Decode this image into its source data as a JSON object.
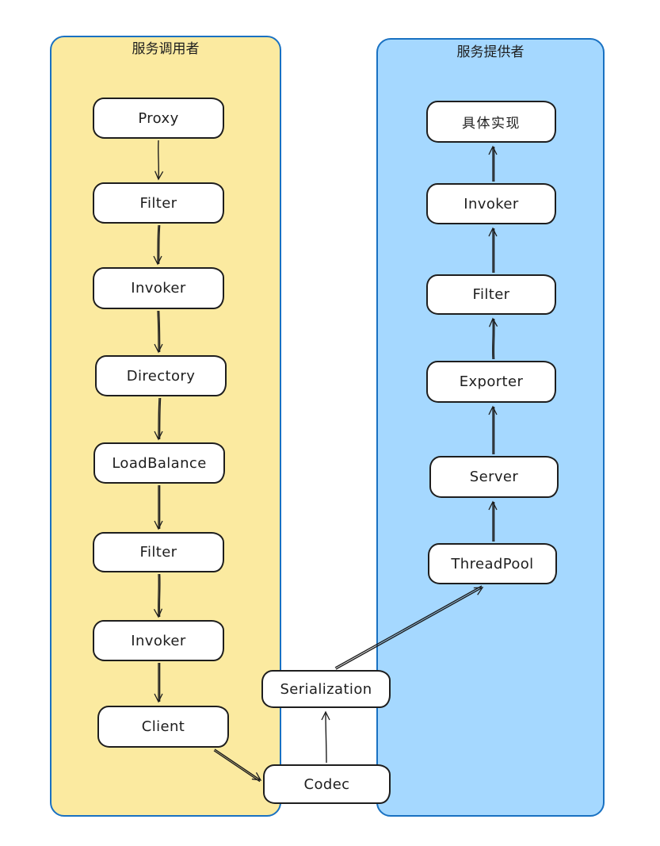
{
  "consumer": {
    "title": "服务调用者",
    "fill": "#fbeaa0",
    "border_color": "#1971c2",
    "nodes": [
      "Proxy",
      "Filter",
      "Invoker",
      "Directory",
      "LoadBalance",
      "Filter",
      "Invoker",
      "Client"
    ]
  },
  "provider": {
    "title": "服务提供者",
    "fill": "#a5d8ff",
    "border_color": "#1971c2",
    "nodes": [
      "具体实现",
      "Invoker",
      "Filter",
      "Exporter",
      "Server",
      "ThreadPool"
    ]
  },
  "shared": {
    "nodes": [
      "Serialization",
      "Codec"
    ]
  },
  "styles": {
    "node_fill": "#ffffff",
    "node_border": "#1e1e1e",
    "arrow_color": "#1e1e1e",
    "text_color": "#1e1e1e"
  },
  "edges": [
    {
      "from": "consumer.Proxy",
      "to": "consumer.Filter"
    },
    {
      "from": "consumer.Filter",
      "to": "consumer.Invoker"
    },
    {
      "from": "consumer.Invoker",
      "to": "consumer.Directory"
    },
    {
      "from": "consumer.Directory",
      "to": "consumer.LoadBalance"
    },
    {
      "from": "consumer.LoadBalance",
      "to": "consumer.Filter2"
    },
    {
      "from": "consumer.Filter2",
      "to": "consumer.Invoker2"
    },
    {
      "from": "consumer.Invoker2",
      "to": "consumer.Client"
    },
    {
      "from": "consumer.Client",
      "to": "shared.Codec"
    },
    {
      "from": "shared.Codec",
      "to": "shared.Serialization"
    },
    {
      "from": "shared.Serialization",
      "to": "provider.ThreadPool"
    },
    {
      "from": "provider.ThreadPool",
      "to": "provider.Server"
    },
    {
      "from": "provider.Server",
      "to": "provider.Exporter"
    },
    {
      "from": "provider.Exporter",
      "to": "provider.Filter"
    },
    {
      "from": "provider.Filter",
      "to": "provider.Invoker"
    },
    {
      "from": "provider.Invoker",
      "to": "provider.具体实现"
    }
  ]
}
